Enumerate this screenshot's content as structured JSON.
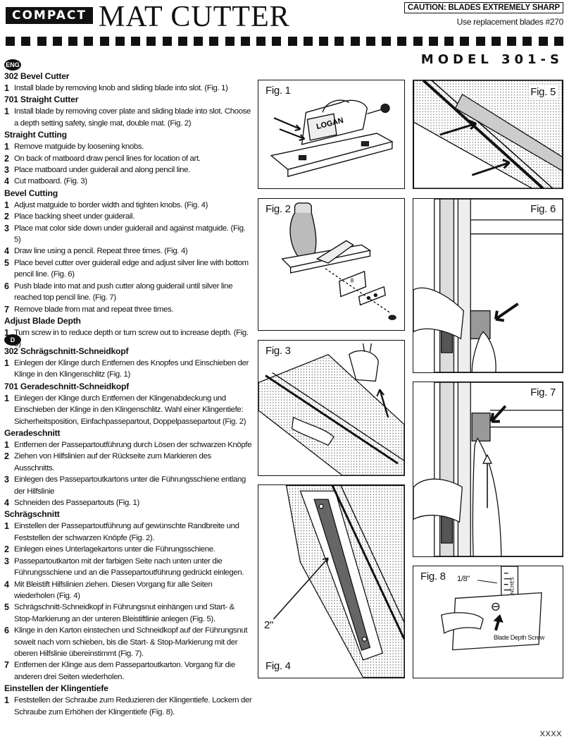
{
  "header": {
    "brand": "COMPACT",
    "title": "MAT CUTTER",
    "caution": "CAUTION: BLADES EXTREMELY SHARP",
    "replacement": "Use replacement blades #270",
    "model": "MODEL 301-S"
  },
  "languages": {
    "eng": "ENG",
    "de": "D"
  },
  "english": [
    {
      "heading": "302 Bevel Cutter",
      "steps": [
        {
          "n": "1",
          "text": "Install blade by removing knob and sliding blade into slot. (Fig. 1)"
        }
      ]
    },
    {
      "heading": "701 Straight Cutter",
      "steps": [
        {
          "n": "1",
          "text": "Install blade by removing cover plate and sliding blade into slot. Choose a depth setting safety, single mat, double mat. (Fig. 2)"
        }
      ]
    },
    {
      "heading": "Straight Cutting",
      "steps": [
        {
          "n": "1",
          "text": "Remove matguide by loosening knobs."
        },
        {
          "n": "2",
          "text": "On back of matboard draw pencil lines for location of art."
        },
        {
          "n": "3",
          "text": "Place matboard under guiderail and along pencil line."
        },
        {
          "n": "4",
          "text": "Cut matboard. (Fig. 3)"
        }
      ]
    },
    {
      "heading": "Bevel Cutting",
      "steps": [
        {
          "n": "1",
          "text": "Adjust matguide to border width and tighten knobs. (Fig. 4)"
        },
        {
          "n": "2",
          "text": "Place backing sheet under guiderail."
        },
        {
          "n": "3",
          "text": "Place mat color side down under guiderail and against matguide. (Fig. 5)"
        },
        {
          "n": "4",
          "text": "Draw line using a pencil. Repeat three times. (Fig. 4)"
        },
        {
          "n": "5",
          "text": "Place bevel cutter over guiderail edge and adjust silver line with bottom pencil line. (Fig. 6)"
        },
        {
          "n": "6",
          "text": "Push blade into mat and push cutter along guiderail until silver line reached top pencil line. (Fig. 7)"
        },
        {
          "n": "7",
          "text": "Remove blade from mat and repeat three times."
        }
      ]
    },
    {
      "heading": "Adjust Blade Depth",
      "steps": [
        {
          "n": "1",
          "text": "Turn screw in to reduce depth or turn screw out to increase depth. (Fig. 8)"
        }
      ]
    }
  ],
  "german": [
    {
      "heading": "302 Schrägschnitt-Schneidkopf",
      "steps": [
        {
          "n": "1",
          "text": "Einlegen der Klinge durch Entfernen des Knopfes und Einschieben der Klinge in den Klingenschlitz (Fig. 1)"
        }
      ]
    },
    {
      "heading": "701 Geradeschnitt-Schneidkopf",
      "steps": [
        {
          "n": "1",
          "text": "Einlegen der Klinge durch Entfernen der Klingenabdeckung und Einschieben der Klinge in den Klingenschlitz. Wahl einer Klingentiefe: Sicherheitsposition, Einfachpassepartout, Doppelpassepartout (Fig. 2)"
        }
      ]
    },
    {
      "heading": "Geradeschnitt",
      "steps": [
        {
          "n": "1",
          "text": "Entfernen der Passepartoutführung durch Lösen der schwarzen Knöpfe"
        },
        {
          "n": "2",
          "text": "Ziehen von Hilfslinien auf der Rückseite zum Markieren des Ausschnitts."
        },
        {
          "n": "3",
          "text": "Einlegen des Passepartoutkartons unter die Führungsschiene entlang der Hilfslinie"
        },
        {
          "n": "4",
          "text": "Schneiden des Passepartouts (Fig. 1)"
        }
      ]
    },
    {
      "heading": "Schrägschnitt",
      "steps": [
        {
          "n": "1",
          "text": "Einstellen der Passepartoutführung auf gewünschte Randbreite und Feststellen der schwarzen Knöpfe (Fig. 2)."
        },
        {
          "n": "2",
          "text": "Einlegen eines Unterlagekartons unter die Führungsschiene."
        },
        {
          "n": "3",
          "text": "Passepartoutkarton mit der farbigen Seite nach unten unter die Führungsschiene und an die Passepartoutführung gedrückt einlegen."
        },
        {
          "n": "4",
          "text": "Mit Bleistift Hilfslinien ziehen. Diesen Vorgang für alle Seiten wiederholen (Fig. 4)"
        },
        {
          "n": "5",
          "text": "Schrägschnitt-Schneidkopf in Führungsnut einhängen und Start- & Stop-Markierung an der unteren Bleistiftlinie anlegen (Fig. 5)."
        },
        {
          "n": "6",
          "text": "Klinge in den Karton einstechen und Schneidkopf auf der Führungsnut soweit nach vorn schieben, bis die Start- & Stop-Markierung mit der oberen Hilfslinie übereinstimmt (Fig. 7)."
        },
        {
          "n": "7",
          "text": "Entfernen der Klinge aus dem Passepartoutkarton. Vorgang für die anderen drei Seiten wiederholen."
        }
      ]
    },
    {
      "heading": "Einstellen der Klingentiefe",
      "steps": [
        {
          "n": "1",
          "text": "Feststellen der Schraube zum Reduzieren der Klingentiefe. Lockern der Schraube zum Erhöhen der Klingentiefe (Fig. 8)."
        }
      ]
    }
  ],
  "figures": {
    "fig1": "Fig. 1",
    "fig2": "Fig. 2",
    "fig3": "Fig. 3",
    "fig4": "Fig. 4",
    "fig5": "Fig. 5",
    "fig6": "Fig. 6",
    "fig7": "Fig. 7",
    "fig8": "Fig. 8",
    "fig1_logo": "LOGAN",
    "fig4_dimension": "2\"",
    "fig8_measure": "1/8\"",
    "fig8_ruler": "INCHES",
    "fig8_caption": "Blade Depth Screw"
  },
  "footer": {
    "code": "XXXX"
  }
}
